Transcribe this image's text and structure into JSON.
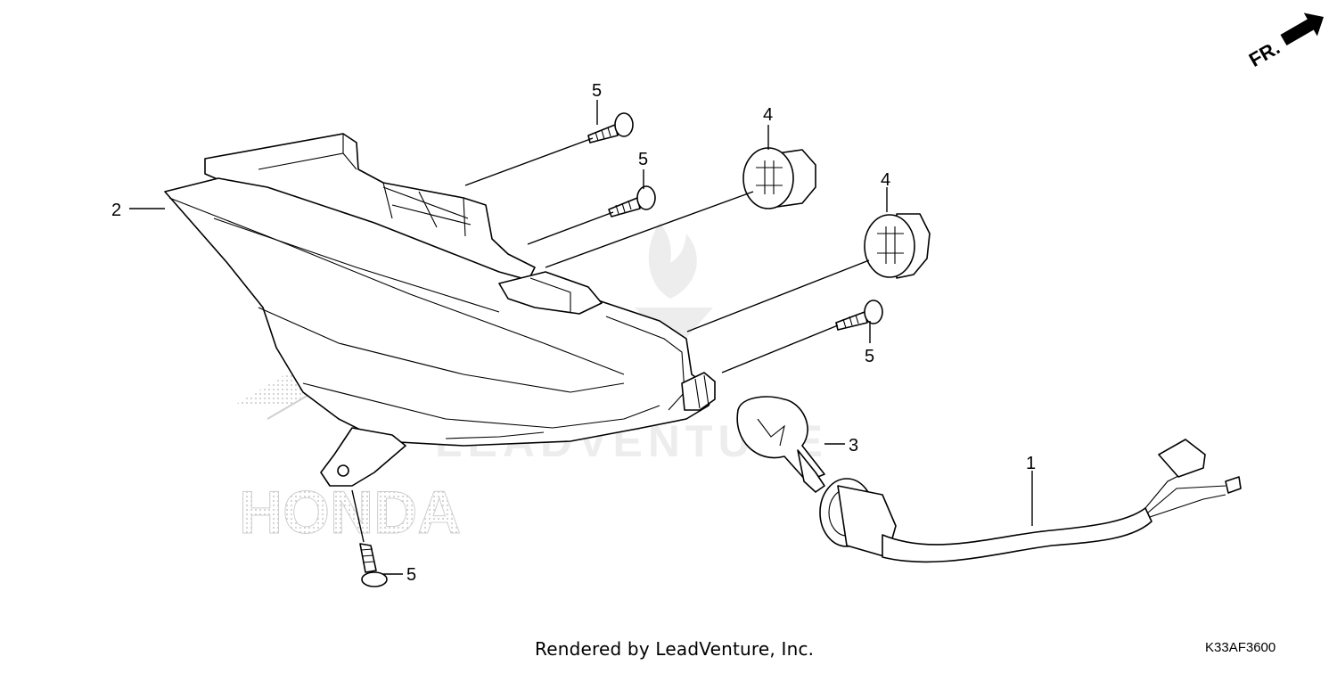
{
  "direction_marker": "FR.",
  "callouts": {
    "wire_harness": "1",
    "taillight_assembly": "2",
    "bulb": "3",
    "grommet_upper": "4",
    "grommet_lower": "4",
    "screw_top": "5",
    "screw_middle": "5",
    "screw_right": "5",
    "screw_bottom": "5"
  },
  "watermark": {
    "brand": "HONDA",
    "renderer": "LEADVENTURE"
  },
  "footer": {
    "rendered_by": "Rendered by LeadVenture, Inc.",
    "diagram_code": "K33AF3600"
  }
}
